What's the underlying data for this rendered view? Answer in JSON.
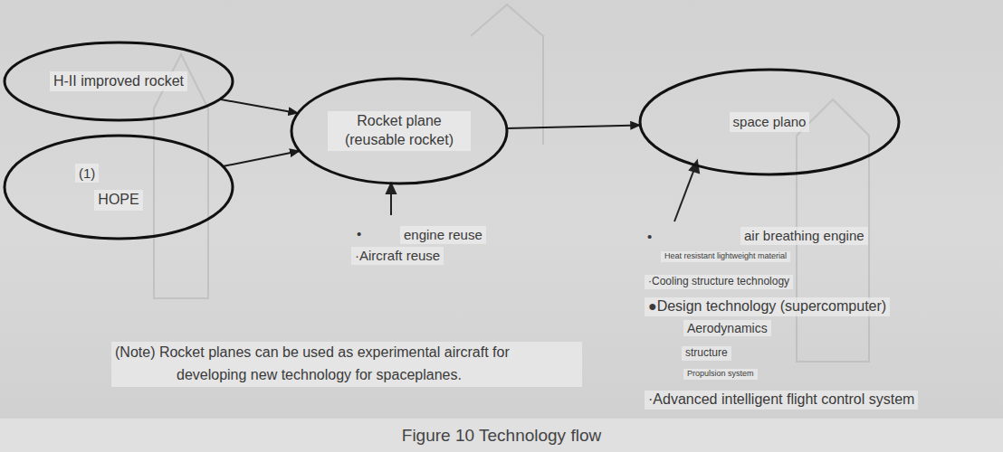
{
  "diagram": {
    "caption": "Figure 10 Technology flow",
    "nodes": [
      {
        "text": [
          "H-II improved rocket"
        ]
      },
      {
        "text": [
          "(1)",
          "HOPE"
        ]
      },
      {
        "text": [
          "Rocket plane (reusable rocket)"
        ]
      },
      {
        "text": [
          "space plano"
        ]
      }
    ],
    "edges": [
      {
        "from": 0,
        "to": 2,
        "arrow": "to"
      },
      {
        "from": 1,
        "to": 2,
        "arrow": "to"
      },
      {
        "from": 2,
        "to": 3,
        "arrow": "to"
      }
    ],
    "labels": [
      "•",
      "engine reuse",
      "·Aircraft reuse",
      "•",
      "air breathing engine",
      "Heat resistant lightweight material",
      "·Cooling structure technology",
      "●Design technology (supercomputer)",
      "Aerodynamics",
      "structure",
      "Propulsion system",
      "·Advanced intelligent flight control system",
      "(Note) Rocket planes can be used as experimental aircraft for developing new technology for spaceplanes."
    ]
  }
}
